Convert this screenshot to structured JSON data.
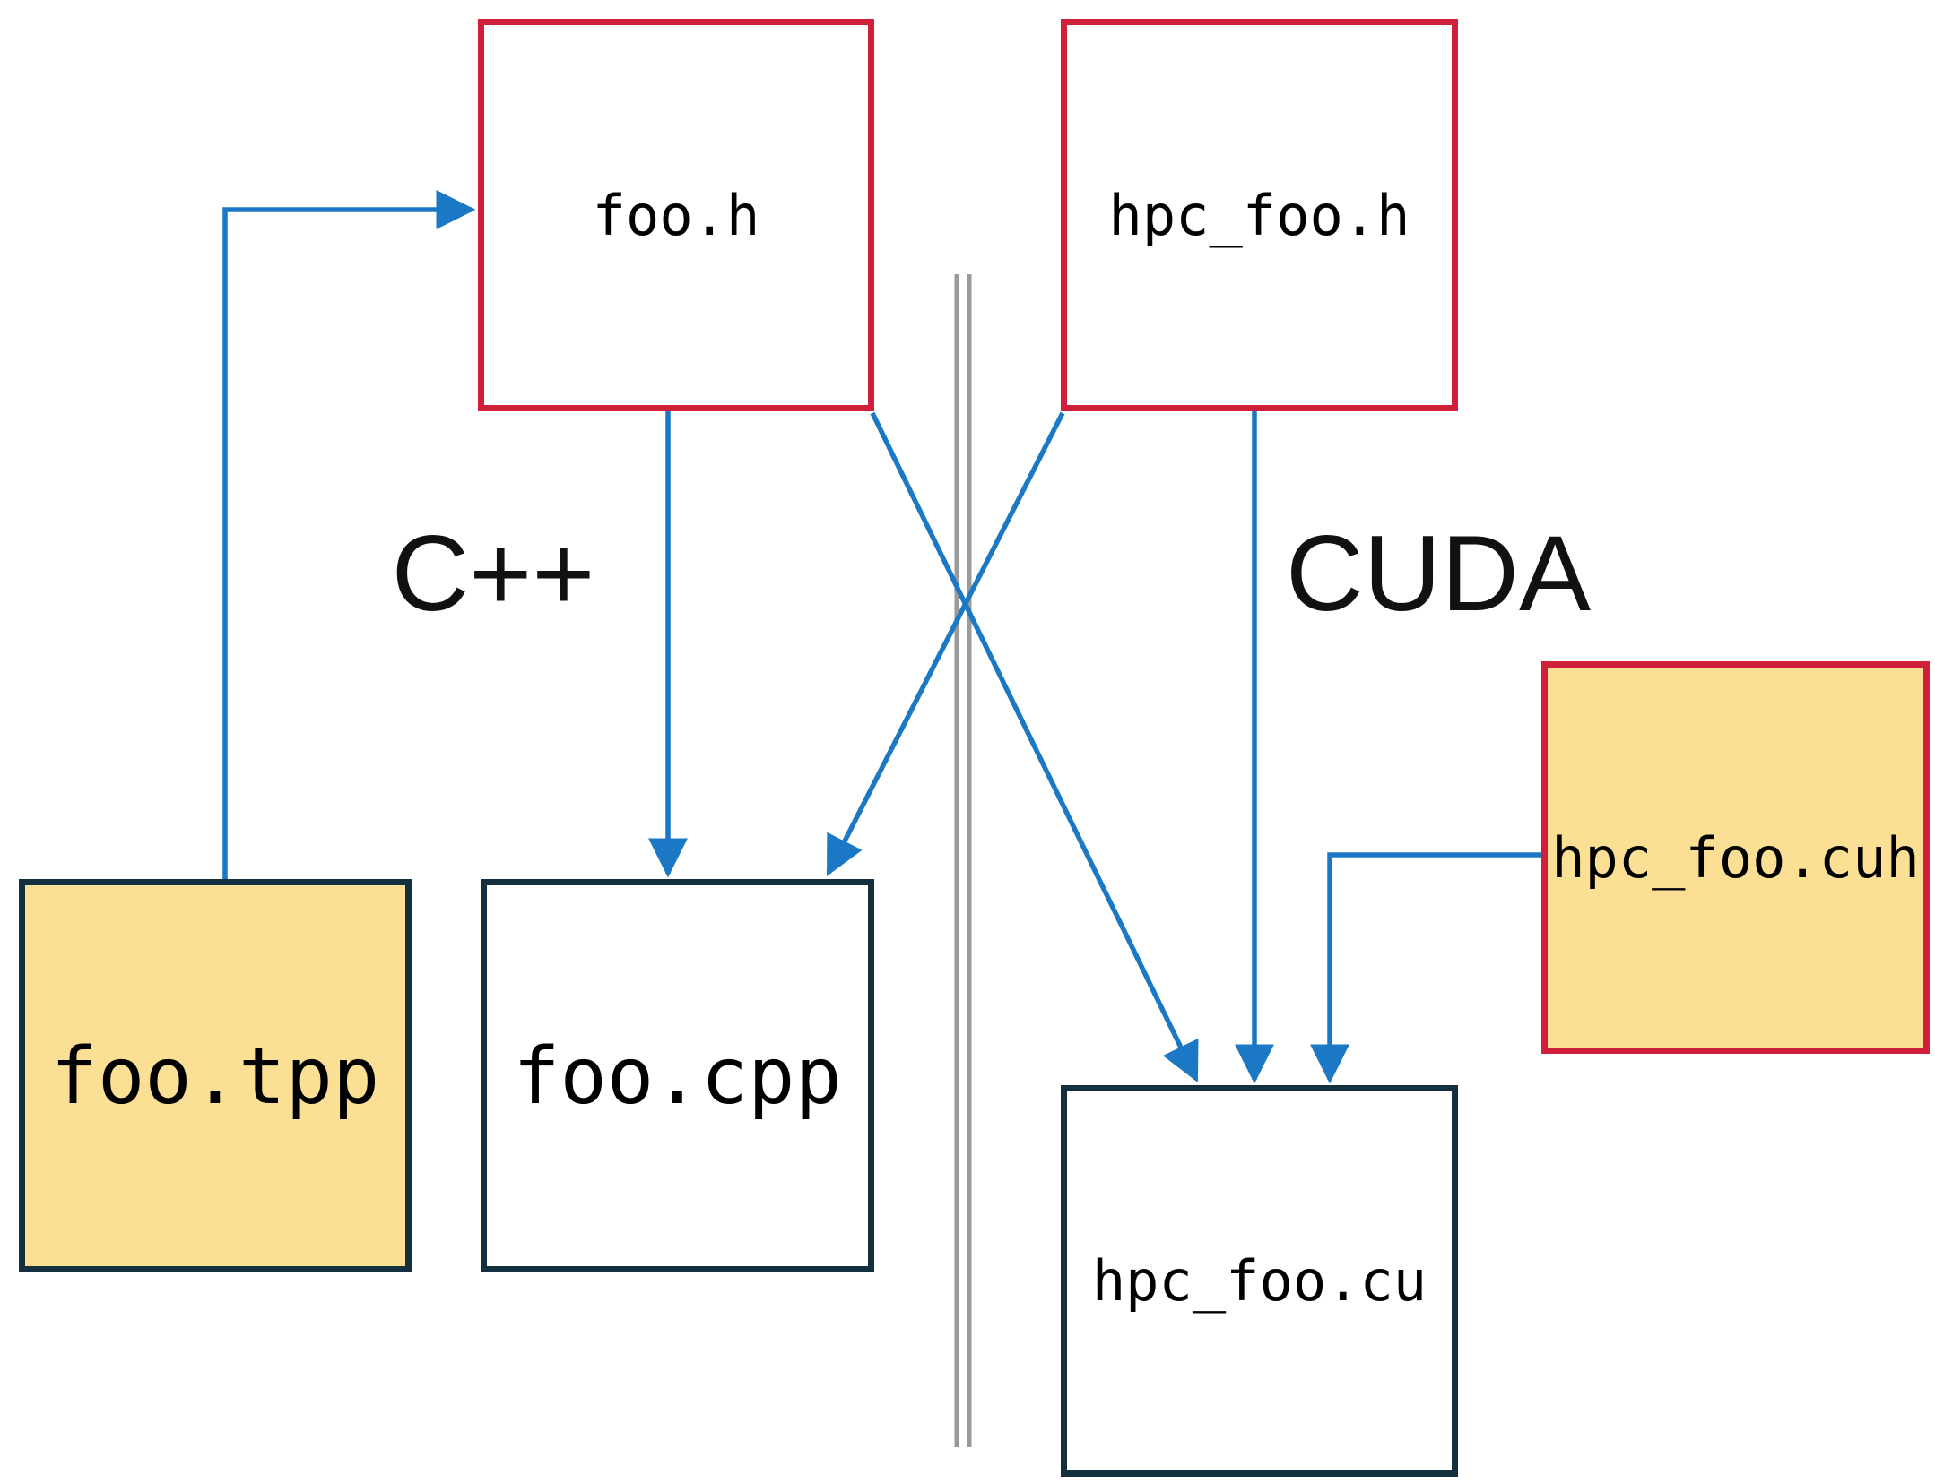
{
  "nodes": {
    "foo_h": {
      "label": "foo.h"
    },
    "hpc_foo_h": {
      "label": "hpc_foo.h"
    },
    "foo_tpp": {
      "label": "foo.tpp"
    },
    "foo_cpp": {
      "label": "foo.cpp"
    },
    "hpc_foo_cuh": {
      "label": "hpc_foo.cuh"
    },
    "hpc_foo_cu": {
      "label": "hpc_foo.cu"
    }
  },
  "section_labels": {
    "left": "C++",
    "right": "CUDA"
  },
  "edges": [
    {
      "from": "foo.tpp",
      "to": "foo.h"
    },
    {
      "from": "foo.h",
      "to": "foo.cpp"
    },
    {
      "from": "foo.h",
      "to": "hpc_foo.cu"
    },
    {
      "from": "hpc_foo.h",
      "to": "foo.cpp"
    },
    {
      "from": "hpc_foo.h",
      "to": "hpc_foo.cu"
    },
    {
      "from": "hpc_foo.cuh",
      "to": "hpc_foo.cu"
    }
  ],
  "colors": {
    "header_border": "#d01f3b",
    "impl_border": "#14303f",
    "highlight_fill": "#fbdf94",
    "box_fill": "#ffffff",
    "arrow": "#1b78c4",
    "divider": "#9a9a9a",
    "text": "#000000",
    "background": "#ffffff"
  }
}
